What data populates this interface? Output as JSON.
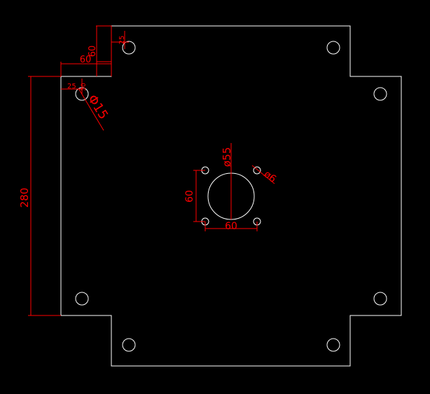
{
  "drawing": {
    "background": "#000000",
    "geometry_color": "#ffffff",
    "dimension_color": "#ff0000"
  },
  "dimensions": {
    "overall_height": "280",
    "tab_width_horizontal": "60",
    "tab_width_vertical": "60",
    "corner_hole_offset_top": "25",
    "corner_hole_offset_left": "25",
    "corner_hole_offset_y": "30",
    "corner_hole_diameter": "Φ15",
    "center_hole_diameter": "ø55",
    "bolt_hole_diameter": "ø6",
    "bolt_pattern_height": "60",
    "bolt_pattern_width": "60"
  }
}
